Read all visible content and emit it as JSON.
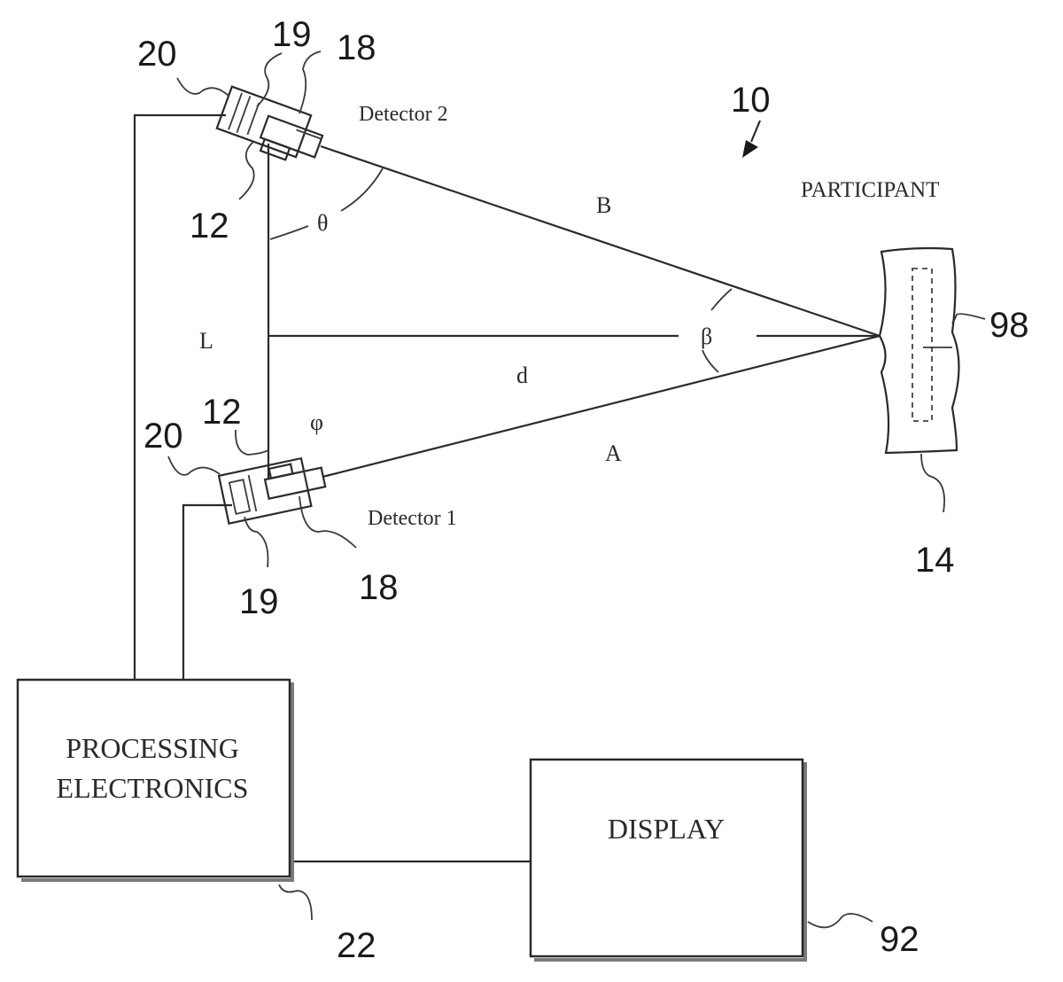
{
  "figure": {
    "system_ref": "10",
    "participant_label": "PARTICIPANT",
    "detector_top": {
      "label": "Detector 2",
      "refs": {
        "housing": "20",
        "part_19": "19",
        "part_18": "18",
        "part_12": "12"
      }
    },
    "detector_bottom": {
      "label": "Detector 1",
      "refs": {
        "housing": "20",
        "part_19": "19",
        "part_18": "18",
        "part_12": "12"
      }
    },
    "geometry_labels": {
      "theta": "θ",
      "phi": "φ",
      "beta": "β",
      "baseline": "L",
      "distance": "d",
      "ray_top": "B",
      "ray_bottom": "A"
    },
    "participant_refs": {
      "body": "14",
      "target": "98"
    },
    "processing_box": {
      "line1": "PROCESSING",
      "line2": "ELECTRONICS",
      "ref": "22"
    },
    "display_box": {
      "label": "DISPLAY",
      "ref": "92"
    }
  }
}
